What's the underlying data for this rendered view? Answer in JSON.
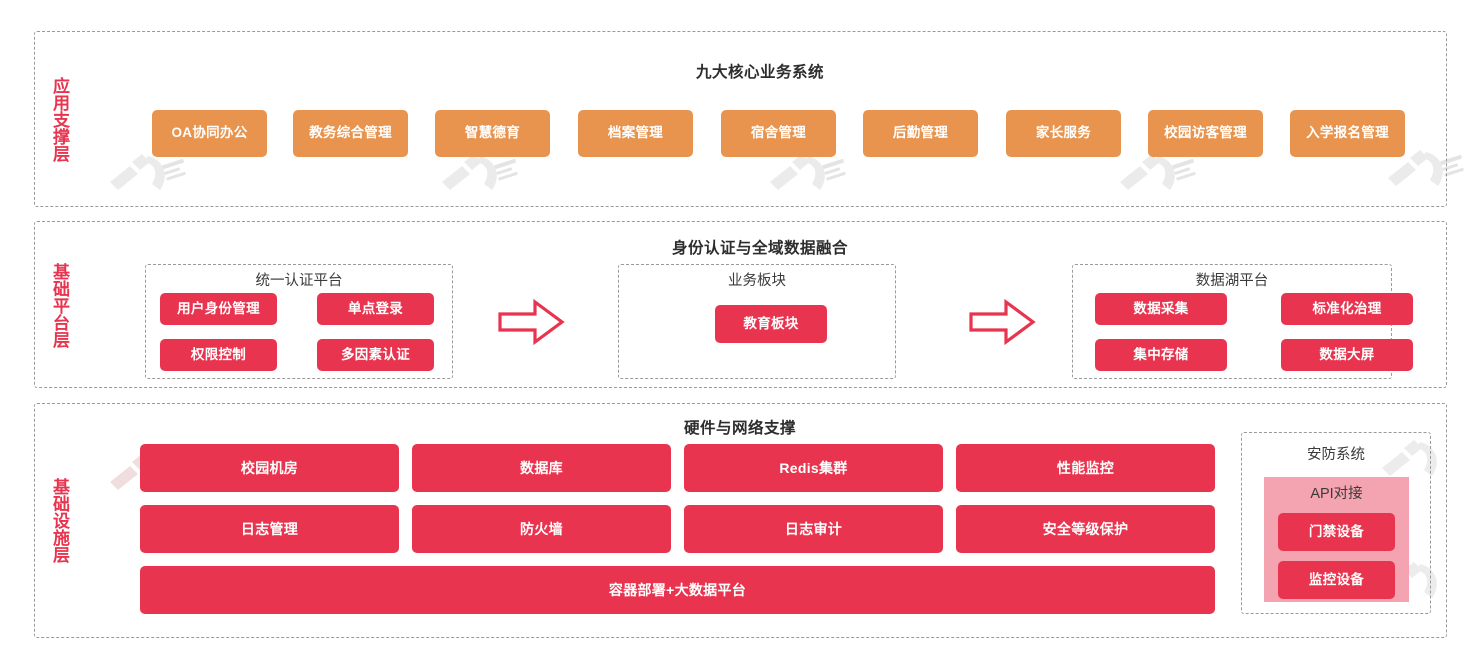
{
  "colors": {
    "orange": "#E8944E",
    "red": "#E8344E",
    "pink": "#F4A3B0",
    "dash_border": "#9a9a9a",
    "title_text": "#2d2d2d",
    "caption_text": "#E8344E"
  },
  "layers": [
    {
      "id": "application-support-layer",
      "caption": "应用支撑层",
      "title": "九大核心业务系统",
      "chips": [
        "OA协同办公",
        "教务综合管理",
        "智慧德育",
        "档案管理",
        "宿舍管理",
        "后勤管理",
        "家长服务",
        "校园访客管理",
        "入学报名管理"
      ]
    },
    {
      "id": "base-platform-layer",
      "caption": "基础平台层",
      "title": "身份认证与全域数据融合",
      "panels": [
        {
          "id": "unified-auth-platform",
          "title": "统一认证平台",
          "chips": [
            "用户身份管理",
            "单点登录",
            "权限控制",
            "多因素认证"
          ]
        },
        {
          "id": "business-module",
          "title": "业务板块",
          "chips": [
            "教育板块"
          ]
        },
        {
          "id": "data-lake-platform",
          "title": "数据湖平台",
          "chips": [
            "数据采集",
            "标准化治理",
            "集中存储",
            "数据大屏"
          ]
        }
      ],
      "arrows": [
        "arrow-right-icon",
        "arrow-right-icon"
      ]
    },
    {
      "id": "infrastructure-layer",
      "caption": "基础设施层",
      "title": "硬件与网络支撑",
      "grid_row1": [
        "校园机房",
        "数据库",
        "Redis集群",
        "性能监控"
      ],
      "grid_row2": [
        "日志管理",
        "防火墙",
        "日志审计",
        "安全等级保护"
      ],
      "full_width_chip": "容器部署+大数据平台",
      "security": {
        "id": "security-system",
        "title": "安防系统",
        "api_title": "API对接",
        "chips": [
          "门禁设备",
          "监控设备"
        ]
      }
    }
  ]
}
